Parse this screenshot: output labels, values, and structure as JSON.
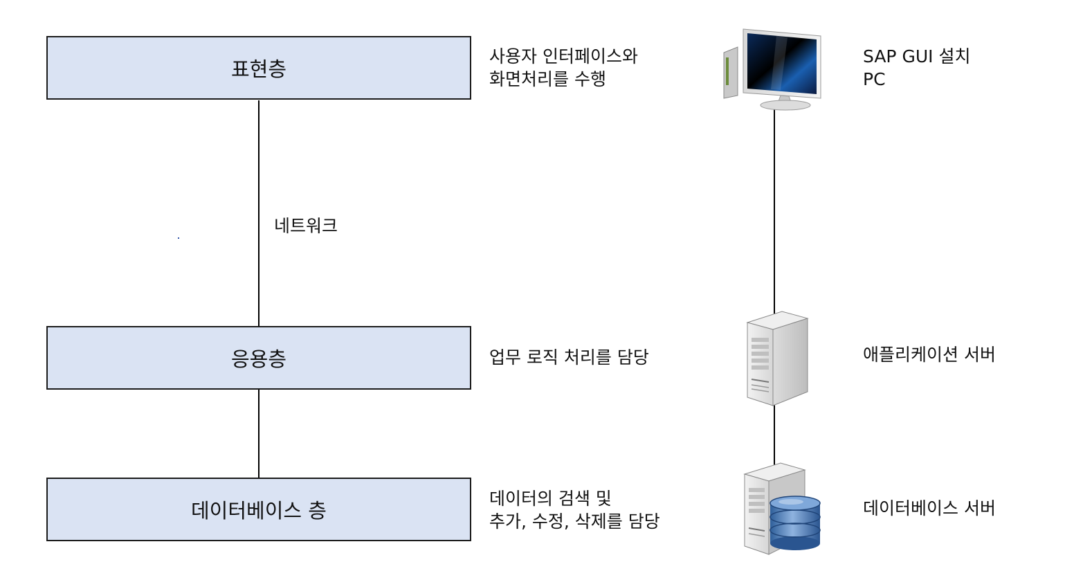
{
  "layers": [
    {
      "label": "표현층",
      "description": [
        "사용자 인터페이스와",
        "화면처리를 수행"
      ]
    },
    {
      "label": "응용층",
      "description": [
        "업무 로직 처리를 담당"
      ]
    },
    {
      "label": "데이터베이스 층",
      "description": [
        "데이터의 검색 및",
        "추가, 수정, 삭제를 담당"
      ]
    }
  ],
  "network_label": "네트워크",
  "devices": [
    {
      "icon": "computer-monitor-icon",
      "label": [
        "SAP GUI 설치",
        "PC"
      ]
    },
    {
      "icon": "server-tower-icon",
      "label": [
        "애플리케이션 서버"
      ]
    },
    {
      "icon": "database-server-icon",
      "label": [
        "데이터베이스 서버"
      ]
    }
  ],
  "colors": {
    "box_fill": "#dae3f3",
    "box_border": "#1a1a1a",
    "line": "#000000",
    "db_blue": "#4f81bd"
  }
}
